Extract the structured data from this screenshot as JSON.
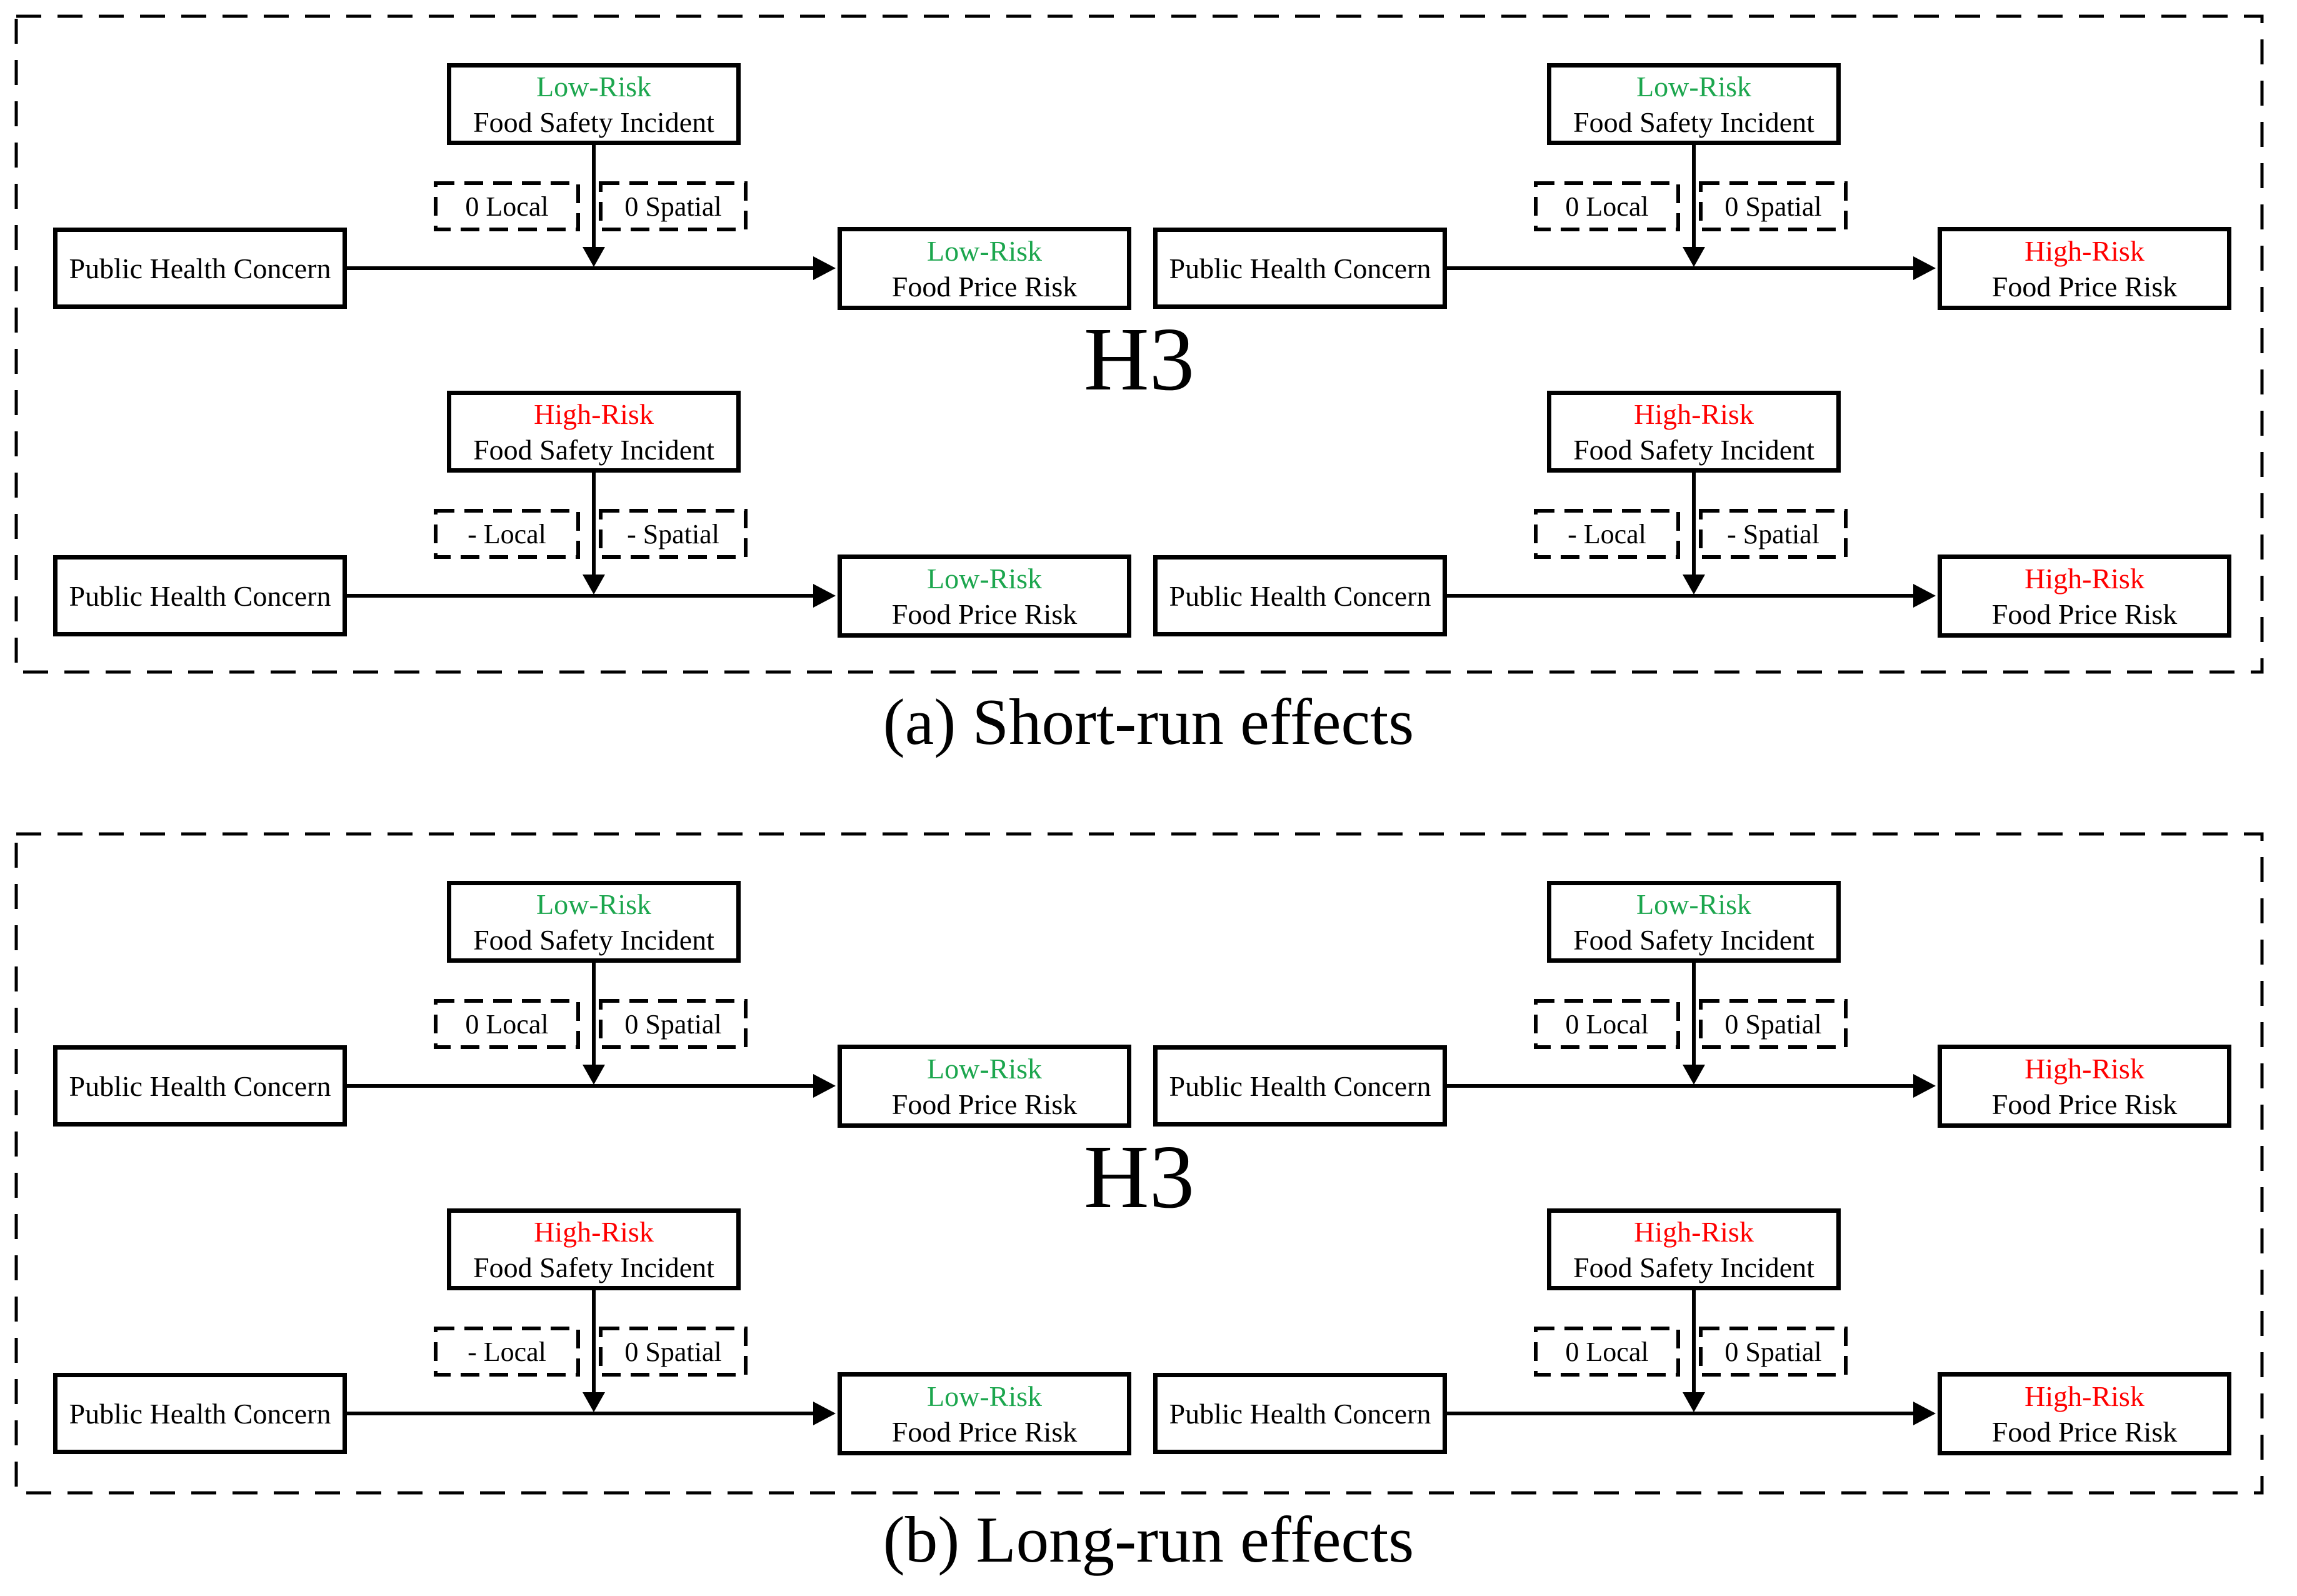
{
  "colors": {
    "green": "#1CA64E",
    "red": "#FF0000",
    "black": "#000000"
  },
  "panels": [
    {
      "caption": "(a) Short-run effects",
      "h3_label": "H3",
      "diagrams": [
        {
          "source": "Public Health Concern",
          "incident_risk": "Low-Risk",
          "incident_color": "green",
          "incident_label": "Food Safety Incident",
          "local": "0 Local",
          "spatial": "0 Spatial",
          "outcome_risk": "Low-Risk",
          "outcome_color": "green",
          "outcome_label": "Food Price Risk"
        },
        {
          "source": "Public Health Concern",
          "incident_risk": "Low-Risk",
          "incident_color": "green",
          "incident_label": "Food Safety Incident",
          "local": "0 Local",
          "spatial": "0 Spatial",
          "outcome_risk": "High-Risk",
          "outcome_color": "red",
          "outcome_label": "Food Price Risk"
        },
        {
          "source": "Public Health Concern",
          "incident_risk": "High-Risk",
          "incident_color": "red",
          "incident_label": "Food Safety Incident",
          "local": "- Local",
          "spatial": "- Spatial",
          "outcome_risk": "Low-Risk",
          "outcome_color": "green",
          "outcome_label": "Food Price Risk"
        },
        {
          "source": "Public Health Concern",
          "incident_risk": "High-Risk",
          "incident_color": "red",
          "incident_label": "Food Safety Incident",
          "local": "- Local",
          "spatial": "- Spatial",
          "outcome_risk": "High-Risk",
          "outcome_color": "red",
          "outcome_label": "Food Price Risk"
        }
      ]
    },
    {
      "caption": "(b) Long-run effects",
      "h3_label": "H3",
      "diagrams": [
        {
          "source": "Public Health Concern",
          "incident_risk": "Low-Risk",
          "incident_color": "green",
          "incident_label": "Food Safety Incident",
          "local": "0 Local",
          "spatial": "0 Spatial",
          "outcome_risk": "Low-Risk",
          "outcome_color": "green",
          "outcome_label": "Food Price Risk"
        },
        {
          "source": "Public Health Concern",
          "incident_risk": "Low-Risk",
          "incident_color": "green",
          "incident_label": "Food Safety Incident",
          "local": "0 Local",
          "spatial": "0 Spatial",
          "outcome_risk": "High-Risk",
          "outcome_color": "red",
          "outcome_label": "Food Price Risk"
        },
        {
          "source": "Public Health Concern",
          "incident_risk": "High-Risk",
          "incident_color": "red",
          "incident_label": "Food Safety Incident",
          "local": "- Local",
          "spatial": "0 Spatial",
          "outcome_risk": "Low-Risk",
          "outcome_color": "green",
          "outcome_label": "Food Price Risk"
        },
        {
          "source": "Public Health Concern",
          "incident_risk": "High-Risk",
          "incident_color": "red",
          "incident_label": "Food Safety Incident",
          "local": "0 Local",
          "spatial": "0 Spatial",
          "outcome_risk": "High-Risk",
          "outcome_color": "red",
          "outcome_label": "Food Price Risk"
        }
      ]
    }
  ]
}
